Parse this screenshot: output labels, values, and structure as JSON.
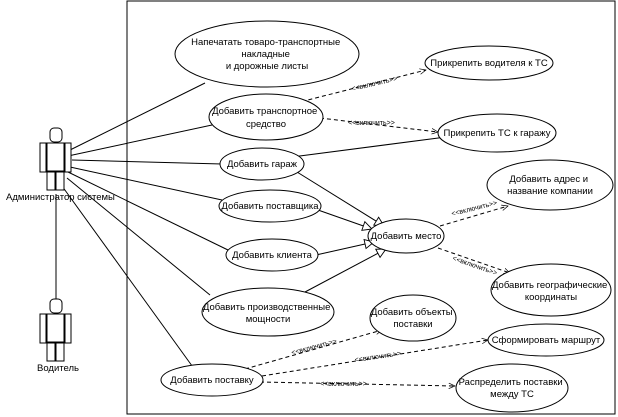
{
  "actors": {
    "admin": "Администратор системы",
    "driver": "Водитель"
  },
  "use_cases": {
    "print_docs": [
      "Напечатать товаро-транспортные",
      "накладные",
      "и дорожные листы"
    ],
    "add_vehicle": [
      "Добавить транспортное",
      "средство"
    ],
    "add_garage": [
      "Добавить гараж"
    ],
    "add_supplier": [
      "Добавить поставщика"
    ],
    "add_client": [
      "Добавить клиента"
    ],
    "add_capacity": [
      "Добавить производственные",
      "мощности"
    ],
    "add_delivery": [
      "Добавить поставку"
    ],
    "assign_driver": [
      "Прикрепить водителя к ТС"
    ],
    "assign_garage": [
      "Прикрепить ТС к гаражу"
    ],
    "add_place": [
      "Добавить место"
    ],
    "add_address": [
      "Добавить адрес и",
      "название компании"
    ],
    "add_coords": [
      "Добавить географические",
      "координаты"
    ],
    "add_objects": [
      "Добавить объекты",
      "поставки"
    ],
    "build_route": [
      "Сформировать маршрут"
    ],
    "distribute": [
      "Распределить поставки",
      "между ТС"
    ]
  },
  "stereotype": "<<включить>>"
}
